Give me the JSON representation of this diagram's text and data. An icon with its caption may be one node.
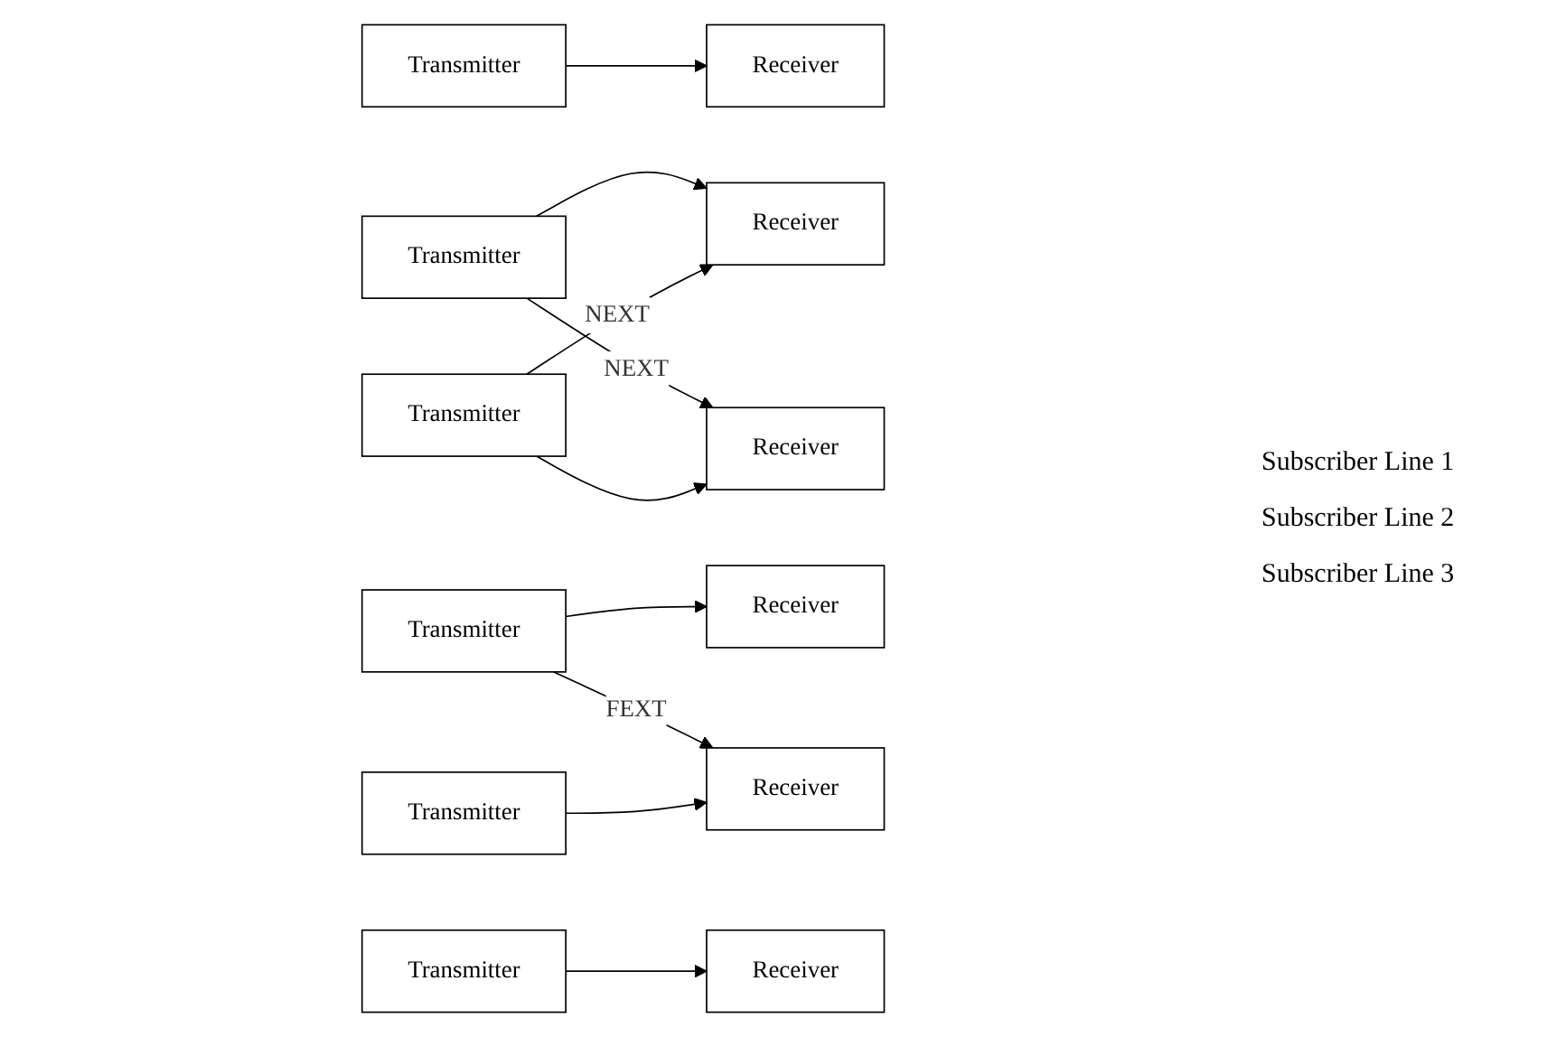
{
  "diagram": {
    "nodes": [
      {
        "text": [
          "Receiver"
        ]
      },
      {
        "text": [
          "Transmitter"
        ]
      },
      {
        "text": [
          "Transmitter"
        ]
      },
      {
        "text": [
          "Receiver"
        ]
      },
      {
        "text": [
          "Receiver"
        ]
      },
      {
        "text": [
          "Transmitter"
        ]
      },
      {
        "text": [
          "Transmitter"
        ]
      },
      {
        "text": [
          "Receiver"
        ]
      },
      {
        "text": [
          "Transmitter"
        ]
      },
      {
        "text": [
          "Receiver"
        ]
      },
      {
        "text": [
          "Receiver"
        ]
      },
      {
        "text": [
          "Transmitter"
        ]
      }
    ],
    "edges": [
      {
        "from": 1,
        "to": 0,
        "arrow": "to"
      },
      {
        "from": 2,
        "to": 3,
        "arrow": "to"
      },
      {
        "from": 2,
        "to": 4,
        "arrow": "to",
        "label": "NEXT"
      },
      {
        "from": 5,
        "to": 3,
        "arrow": "to",
        "label": "NEXT"
      },
      {
        "from": 5,
        "to": 4,
        "arrow": "to"
      },
      {
        "from": 6,
        "to": 7,
        "arrow": "to"
      },
      {
        "from": 6,
        "to": 9,
        "arrow": "to",
        "label": "FEXT"
      },
      {
        "from": 8,
        "to": 9,
        "arrow": "to"
      },
      {
        "from": 11,
        "to": 10,
        "arrow": "to"
      }
    ],
    "labels": [
      "Subscriber Line 1",
      "Subscriber Line 2",
      "Subscriber Line 3"
    ]
  }
}
